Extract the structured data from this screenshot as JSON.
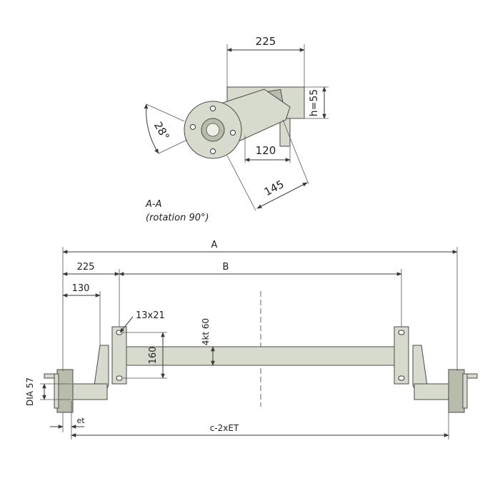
{
  "section_view": {
    "dim_width": "225",
    "dim_height": "h=55",
    "dim_angle": "28°",
    "dim_offset": "120",
    "dim_arm": "145",
    "caption_line1": "A-A",
    "caption_line2": "(rotation 90°)"
  },
  "axle_view": {
    "dim_overall": "A",
    "dim_mount": "B",
    "dim_arm_offset": "225",
    "dim_hub_offset": "130",
    "dim_hole": "13x21",
    "dim_plate": "160",
    "dim_tube": "4kt 60",
    "dim_bore": "DIA 57",
    "dim_et": "et",
    "dim_track": "c-2xET"
  }
}
